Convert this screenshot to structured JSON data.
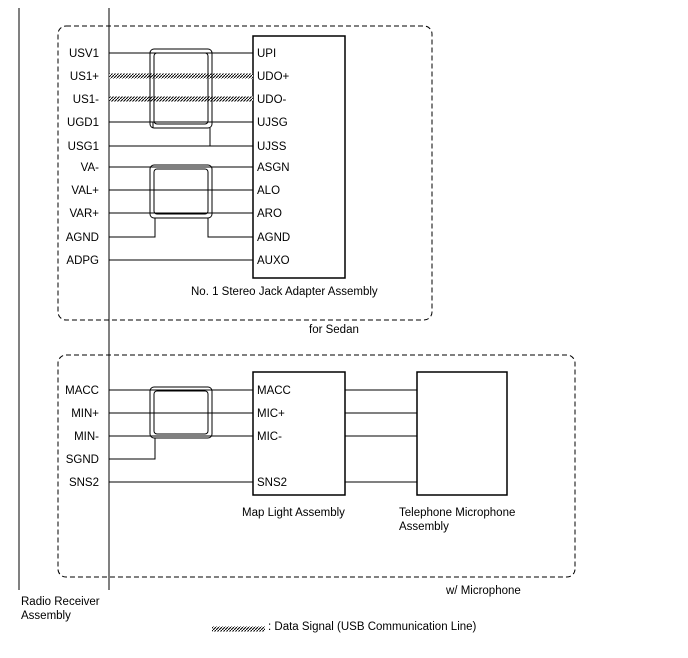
{
  "radio_receiver": {
    "label_line1": "Radio Receiver",
    "label_line2": "Assembly"
  },
  "sedan_group": {
    "caption": "for Sedan",
    "assembly_label": "No. 1 Stereo Jack Adapter Assembly",
    "left_pins": [
      "USV1",
      "US1+",
      "US1-",
      "UGD1",
      "USG1",
      "VA-",
      "VAL+",
      "VAR+",
      "AGND",
      "ADPG"
    ],
    "right_pins": [
      "UPI",
      "UDO+",
      "UDO-",
      "UJSG",
      "UJSS",
      "ASGN",
      "ALO",
      "ARO",
      "AGND",
      "AUXO"
    ]
  },
  "microphone_group": {
    "caption": "w/ Microphone",
    "map_light_label": "Map Light Assembly",
    "telephone_label_line1": "Telephone Microphone",
    "telephone_label_line2": "Assembly",
    "left_pins": [
      "MACC",
      "MIN+",
      "MIN-",
      "SGND",
      "SNS2"
    ],
    "right_pins": [
      "MACC",
      "MIC+",
      "MIC-",
      "SNS2"
    ]
  },
  "legend": {
    "data_signal": ": Data Signal (USB Communication Line)"
  }
}
